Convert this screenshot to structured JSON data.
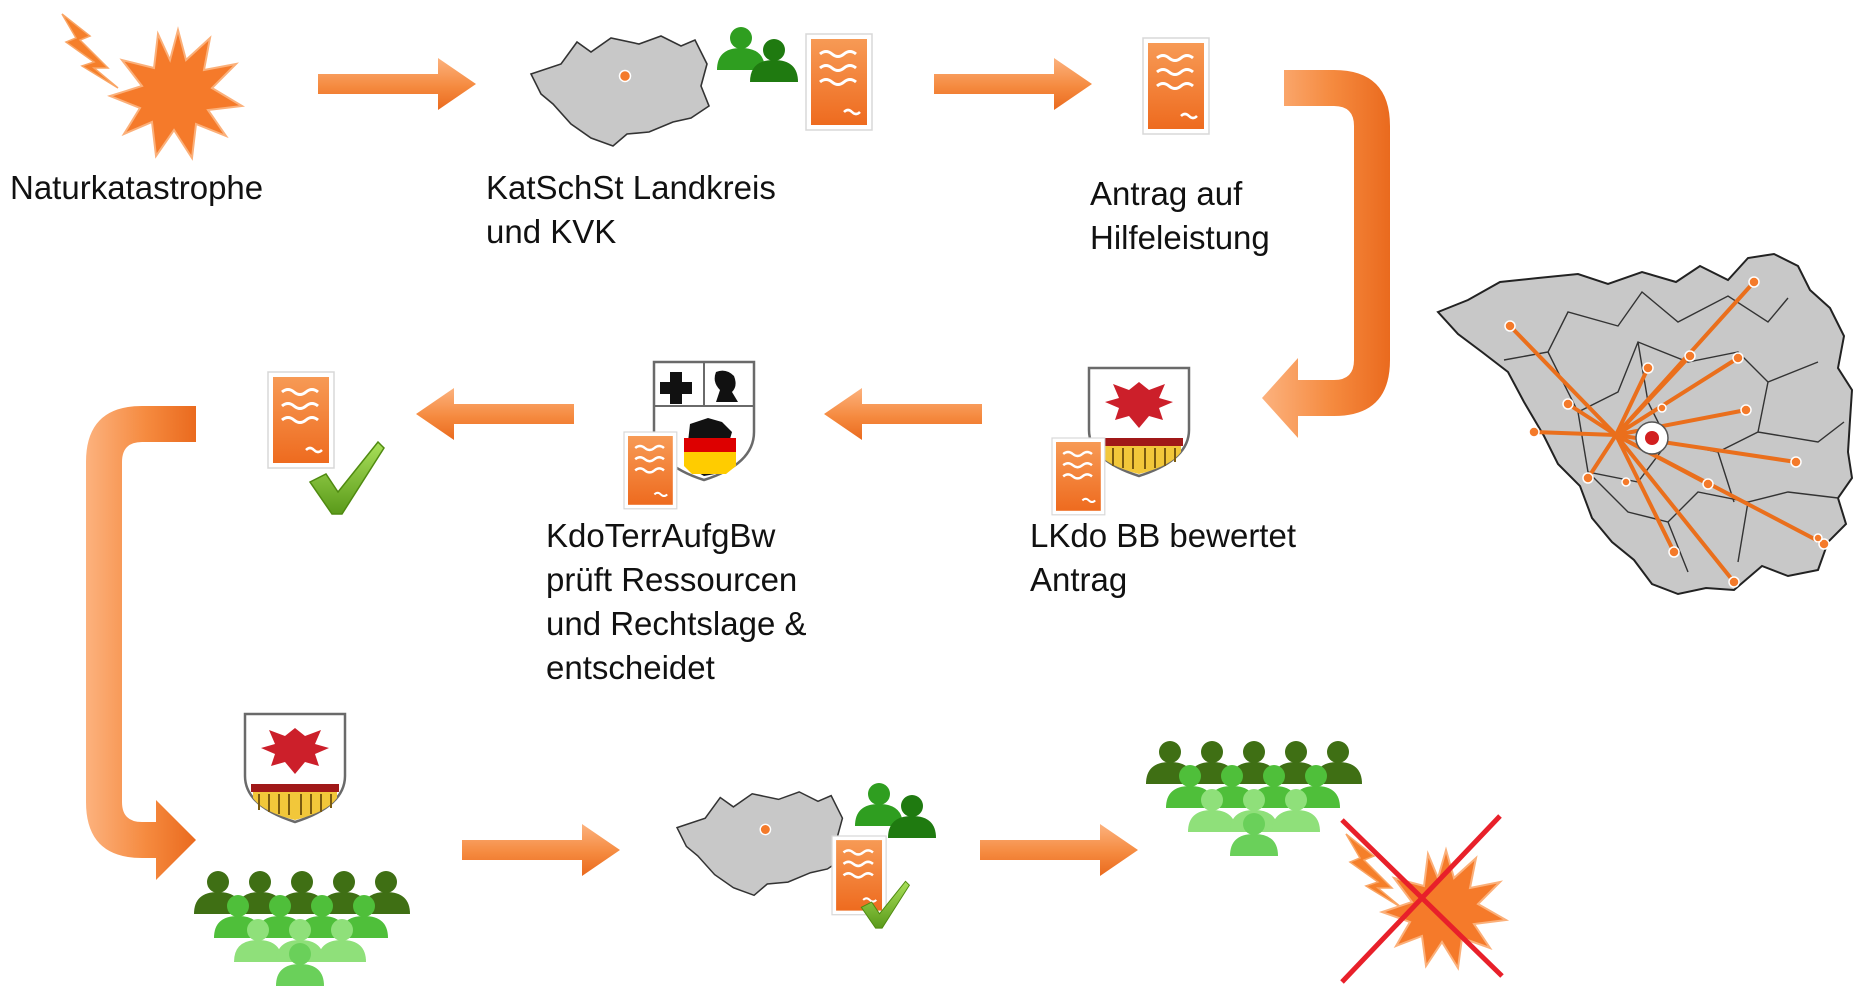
{
  "labels": {
    "naturkatastrophe": [
      "Naturkatastrophe"
    ],
    "katschst": [
      "KatSchSt Landkreis",
      "und KVK"
    ],
    "antrag": [
      "Antrag auf",
      "Hilfeleistung"
    ],
    "lkdo": [
      "LKdo BB bewertet",
      "Antrag"
    ],
    "kdo": [
      "KdoTerrAufgBw",
      "prüft Ressourcen",
      "und Rechtslage &",
      "entscheidet"
    ]
  },
  "colors": {
    "orange": "#f47a2a",
    "orange_light": "#fbb27a",
    "grey_region": "#c8c8c8",
    "people_dark": "#3c6b14",
    "people_mid": "#4fbf3a",
    "people_light": "#8fe07a",
    "check": "#7ab929",
    "cross": "#e8202a",
    "eagle": "#cc1f2a",
    "flag_black": "#111111",
    "flag_red": "#dd0000",
    "flag_gold": "#ffcc00"
  },
  "icons": [
    "lightning-explosion-icon",
    "district-map-icon",
    "people-group-icon",
    "document-icon",
    "coat-of-arms-icon",
    "germany-flag-icon",
    "check-icon",
    "crowd-icon",
    "cross-icon",
    "state-map-icon",
    "arrow-icon"
  ]
}
